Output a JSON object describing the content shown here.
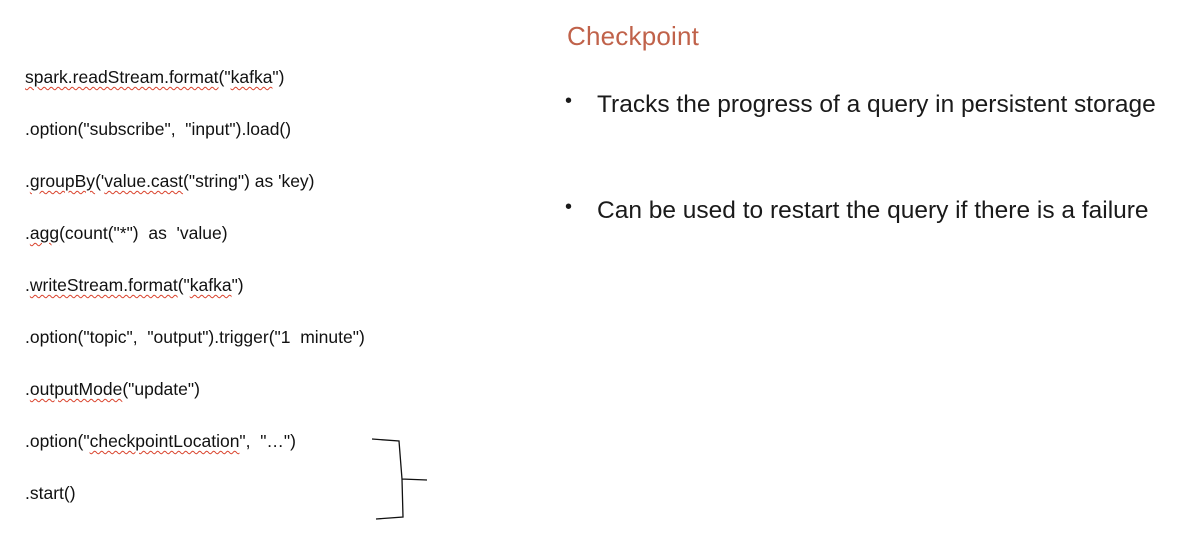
{
  "code": {
    "lines": [
      {
        "segments": [
          {
            "text": "spark.readStream.format",
            "squiggle": true
          },
          {
            "text": "(\""
          },
          {
            "text": "kafka",
            "squiggle": true
          },
          {
            "text": "\")"
          }
        ]
      },
      {
        "segments": [
          {
            "text": ".option(\"subscribe\",  \"input\").load()"
          }
        ]
      },
      {
        "segments": [
          {
            "text": "."
          },
          {
            "text": "groupBy",
            "squiggle": true
          },
          {
            "text": "('"
          },
          {
            "text": "value.cast",
            "squiggle": true
          },
          {
            "text": "(\"string\") as 'key)"
          }
        ]
      },
      {
        "segments": [
          {
            "text": "."
          },
          {
            "text": "agg",
            "squiggle": true
          },
          {
            "text": "(count(\"*\")  as  'value)"
          }
        ]
      },
      {
        "segments": [
          {
            "text": "."
          },
          {
            "text": "writeStream.format",
            "squiggle": true
          },
          {
            "text": "(\""
          },
          {
            "text": "kafka",
            "squiggle": true
          },
          {
            "text": "\")"
          }
        ]
      },
      {
        "segments": [
          {
            "text": ".option(\"topic\",  \"output\").trigger(\"1  minute\")"
          }
        ]
      },
      {
        "segments": [
          {
            "text": "."
          },
          {
            "text": "outputMode",
            "squiggle": true
          },
          {
            "text": "(\"update\")"
          }
        ]
      },
      {
        "segments": [
          {
            "text": ".option(\""
          },
          {
            "text": "checkpointLocation",
            "squiggle": true
          },
          {
            "text": "\",  \"…\")"
          }
        ]
      },
      {
        "segments": [
          {
            "text": ".start()"
          }
        ]
      }
    ]
  },
  "slide": {
    "title": "Checkpoint",
    "bullets": [
      "Tracks the progress of a query in persistent storage",
      "Can be used to restart the query if there is a failure"
    ],
    "bullet_glyph": "•"
  },
  "colors": {
    "title": "#c0624a",
    "squiggle": "#d9412b",
    "text": "#1a1a1a"
  }
}
